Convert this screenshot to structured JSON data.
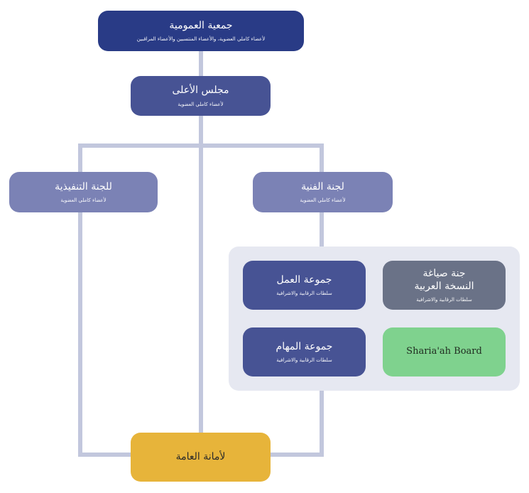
{
  "diagram": {
    "nodes": {
      "general_assembly": {
        "title": "جمعية العمومية",
        "subtitle": "لأعضاء كاملي العضوية، والأعضاء المنتسبين والأعضاء المراقبين"
      },
      "high_council": {
        "title": "مجلس الأعلى",
        "subtitle": "لأعضاء كاملي العضوية"
      },
      "executive_committee": {
        "title": "للجنة التنفيذية",
        "subtitle": "لأعضاء كاملي العضوية"
      },
      "technical_committee": {
        "title": "لجنة الفنية",
        "subtitle": "لأعضاء كاملي العضوية"
      },
      "working_group": {
        "title": "جموعة العمل",
        "subtitle": "سلطات الرقابية والاشرافية"
      },
      "arabic_version_committee": {
        "title": "جنة صياغة\nالنسخة العربية",
        "subtitle": "سلطات الرقابية والاشرافية"
      },
      "task_group": {
        "title": "جموعة المهام",
        "subtitle": "سلطات الرقابية والاشرافية"
      },
      "sharia_board": {
        "title": "Sharia'ah Board"
      },
      "general_secretariat": {
        "title": "لأمانة العامة"
      }
    },
    "colors": {
      "connector": "#c2c7dd",
      "panel": "#e6e8f1",
      "navy": "#293b86",
      "indigo": "#475394",
      "lavender": "#7b82b5",
      "slate": "#6a7287",
      "green": "#7fd28e",
      "gold": "#e7b43a"
    }
  }
}
